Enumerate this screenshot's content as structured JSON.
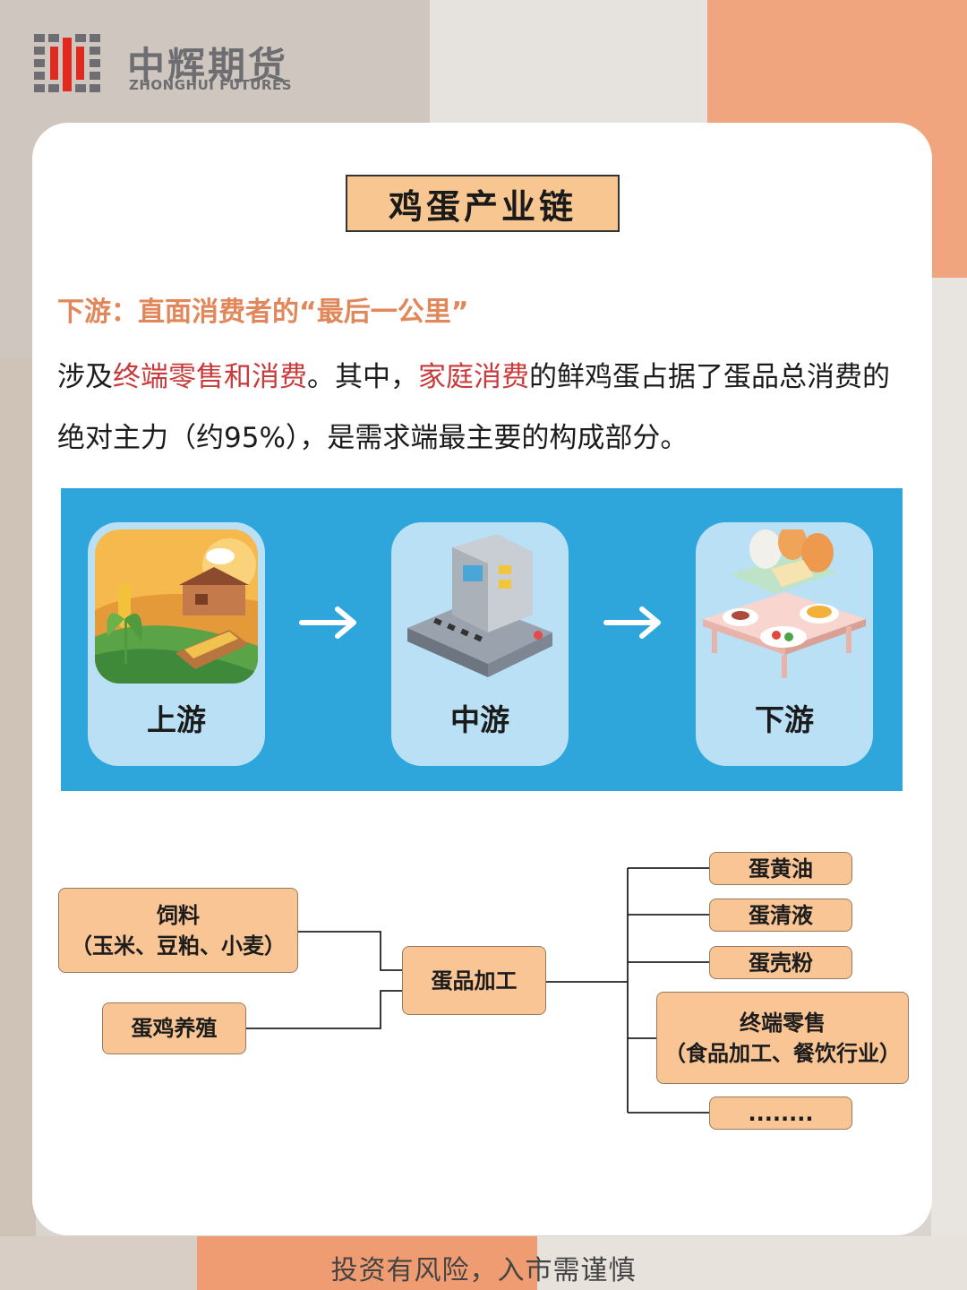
{
  "logo": {
    "cn": "中辉期货",
    "en": "ZHONGHUI FUTURES",
    "colors": {
      "grey": "#6e6e72",
      "red": "#e02a20"
    }
  },
  "card": {
    "title": "鸡蛋产业链",
    "subtitle": "下游：直面消费者的“最后一公里”",
    "paragraph": [
      {
        "text": "涉及",
        "highlight": false
      },
      {
        "text": "终端零售和消费",
        "highlight": true
      },
      {
        "text": "。其中，",
        "highlight": false
      },
      {
        "text": "家庭消费",
        "highlight": true
      },
      {
        "text": "的鲜鸡蛋占据了蛋品总消费的绝对主力（约95%），是需求端最主要的构成部分。",
        "highlight": false
      }
    ]
  },
  "stages": [
    {
      "label": "上游",
      "icon": "farm-icon"
    },
    {
      "label": "中游",
      "icon": "processing-machine-icon"
    },
    {
      "label": "下游",
      "icon": "dining-table-icon"
    }
  ],
  "flow": {
    "inputs": [
      {
        "line1": "饲料",
        "line2": "（玉米、豆粕、小麦）"
      },
      {
        "line1": "蛋鸡养殖"
      }
    ],
    "center": "蛋品加工",
    "outputs": [
      {
        "line1": "蛋黄油"
      },
      {
        "line1": "蛋清液"
      },
      {
        "line1": "蛋壳粉"
      },
      {
        "line1": "终端零售",
        "line2": "（食品加工、餐饮行业）"
      },
      {
        "line1": "........"
      }
    ]
  },
  "footer": {
    "disclaimer": "投资有风险，入市需谨慎"
  },
  "colors": {
    "accent_orange": "#e2875a",
    "highlight_red": "#c93b3b",
    "node_fill": "#f9c594",
    "illustration_bg": "#2ea6dc",
    "title_fill": "#f8c691"
  }
}
